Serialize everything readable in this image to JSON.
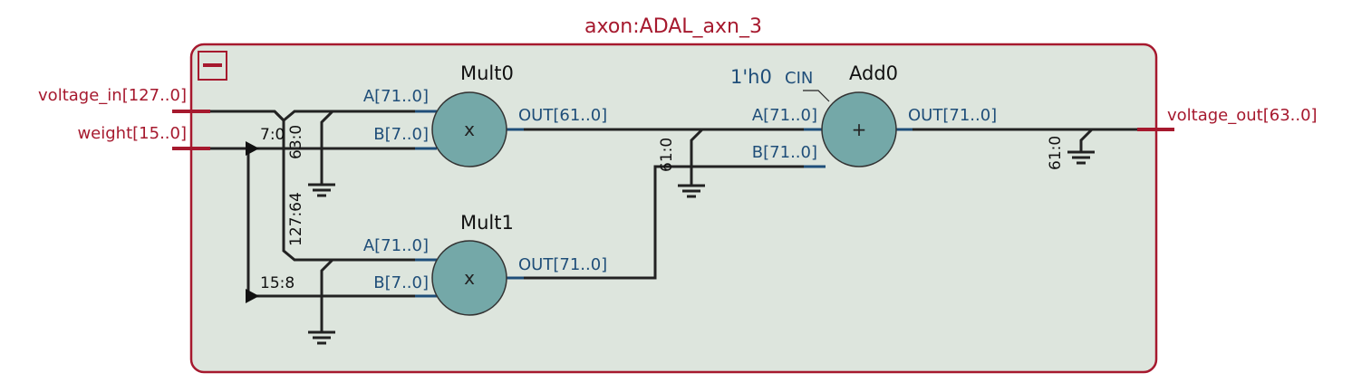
{
  "module": {
    "title": "axon:ADAL_axn_3",
    "collapse_icon": "minus-icon"
  },
  "ports": {
    "inputs": [
      "voltage_in[127..0]",
      "weight[15..0]"
    ],
    "outputs": [
      "voltage_out[63..0]"
    ]
  },
  "blocks": {
    "mult0": {
      "name": "Mult0",
      "symbol": "x",
      "pin_a": "A[71..0]",
      "pin_b": "B[7..0]",
      "pin_out": "OUT[61..0]"
    },
    "mult1": {
      "name": "Mult1",
      "symbol": "x",
      "pin_a": "A[71..0]",
      "pin_b": "B[7..0]",
      "pin_out": "OUT[71..0]"
    },
    "add0": {
      "name": "Add0",
      "symbol": "+",
      "pin_a": "A[71..0]",
      "pin_b": "B[71..0]",
      "pin_out": "OUT[71..0]",
      "cin_value": "1'h0",
      "cin_label": "CIN"
    }
  },
  "bit_labels": {
    "weight_lo": "7:0",
    "weight_hi": "15:8",
    "vin_lo": "63:0",
    "vin_hi": "127:64",
    "add_b": "61:0",
    "out": "61:0"
  }
}
